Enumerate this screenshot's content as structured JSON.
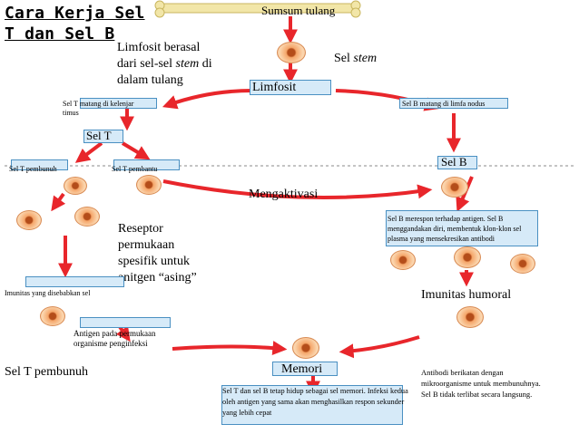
{
  "title": {
    "line1": "Cara Kerja Sel",
    "line2": "T dan Sel B"
  },
  "labels": {
    "sumsum_tulang": "Sumsum  tulang",
    "limfosit_berasal_1": "Limfosit berasal",
    "limfosit_berasal_2_pre": "dari sel-sel ",
    "limfosit_berasal_2_em": "stem",
    "limfosit_berasal_2_post": " di",
    "limfosit_berasal_3": "dalam tulang",
    "sel_stem_pre": "Sel ",
    "sel_stem_em": "stem",
    "limfosit": "Limfosit",
    "sel_t_matang_1": "Sel T matang di kelenjar",
    "sel_t_matang_2": "timus",
    "sel_b_matang": "Sel B matang di limfa nodus",
    "sel_t": "Sel T",
    "sel_b": "Sel B",
    "sel_t_pembunuh_small": "Sel T pembunuh",
    "sel_t_pembantu": "Sel T pembantu",
    "mengaktivasi": "Mengaktivasi",
    "reseptor_1": "Reseptor",
    "reseptor_2": "permukaan",
    "reseptor_3": "spesifik untuk",
    "reseptor_4": "anitgen “asing”",
    "sel_b_merespon": "Sel B merespon terhadap antigen. Sel B menggandakan diri, membentuk klon-klon sel plasma yang mensekresikan antibodi",
    "imunitas_sel": "Imunitas yang disebabkan sel",
    "imunitas_humoral": "Imunitas humoral",
    "antigen_1": "Antigen pada permukaan",
    "antigen_2": "organisme penginfeksi",
    "sel_t_pembunuh_big": "Sel T pembunuh",
    "memori": "Memori",
    "sel_t_b_tetap": "Sel T dan sel B tetap hidup sebagai sel memori. Infeksi kedua oleh antigen yang sama akan menghasilkan respon sekunder yang lebih cepat",
    "antibodi": "Antibodi berikatan dengan mikroorganisme untuk membunuhnya. Sel B tidak terlibat secara langsung."
  },
  "colors": {
    "arrow": "#e8262b",
    "box_fill": "#d6eaf8",
    "box_border": "#4a90c2",
    "bone": "#f2e6a8"
  }
}
